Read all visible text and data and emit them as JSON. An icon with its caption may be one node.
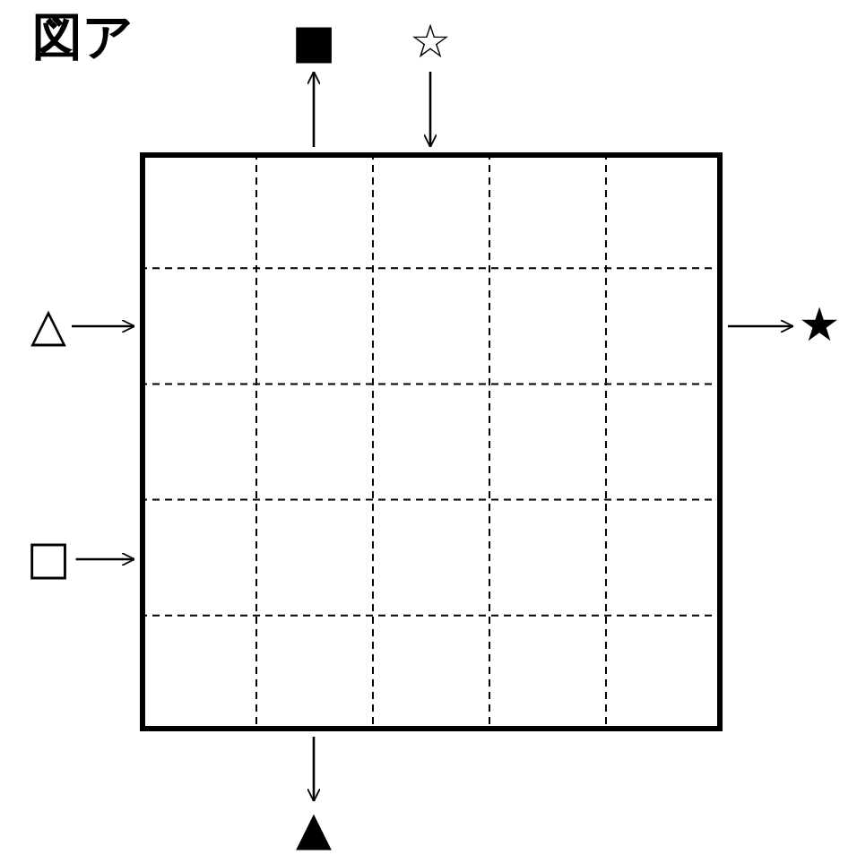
{
  "diagram": {
    "title": "図ア",
    "nodes": [
      {
        "text": [
          "■"
        ]
      },
      {
        "text": [
          "☆"
        ]
      },
      {
        "text": [],
        "shape": "box"
      },
      {
        "text": [
          "△"
        ]
      },
      {
        "text": [
          "★"
        ]
      },
      {
        "text": [
          "□"
        ]
      },
      {
        "text": [
          "▲"
        ]
      }
    ],
    "edges": [
      {
        "from": 2,
        "to": 0,
        "arrow": "to"
      },
      {
        "from": 1,
        "to": 2,
        "arrow": "to"
      },
      {
        "from": 3,
        "to": 2,
        "arrow": "to"
      },
      {
        "from": 2,
        "to": 4,
        "arrow": "to"
      },
      {
        "from": 5,
        "to": 2,
        "arrow": "to"
      },
      {
        "from": 2,
        "to": 6,
        "arrow": "to"
      }
    ]
  }
}
